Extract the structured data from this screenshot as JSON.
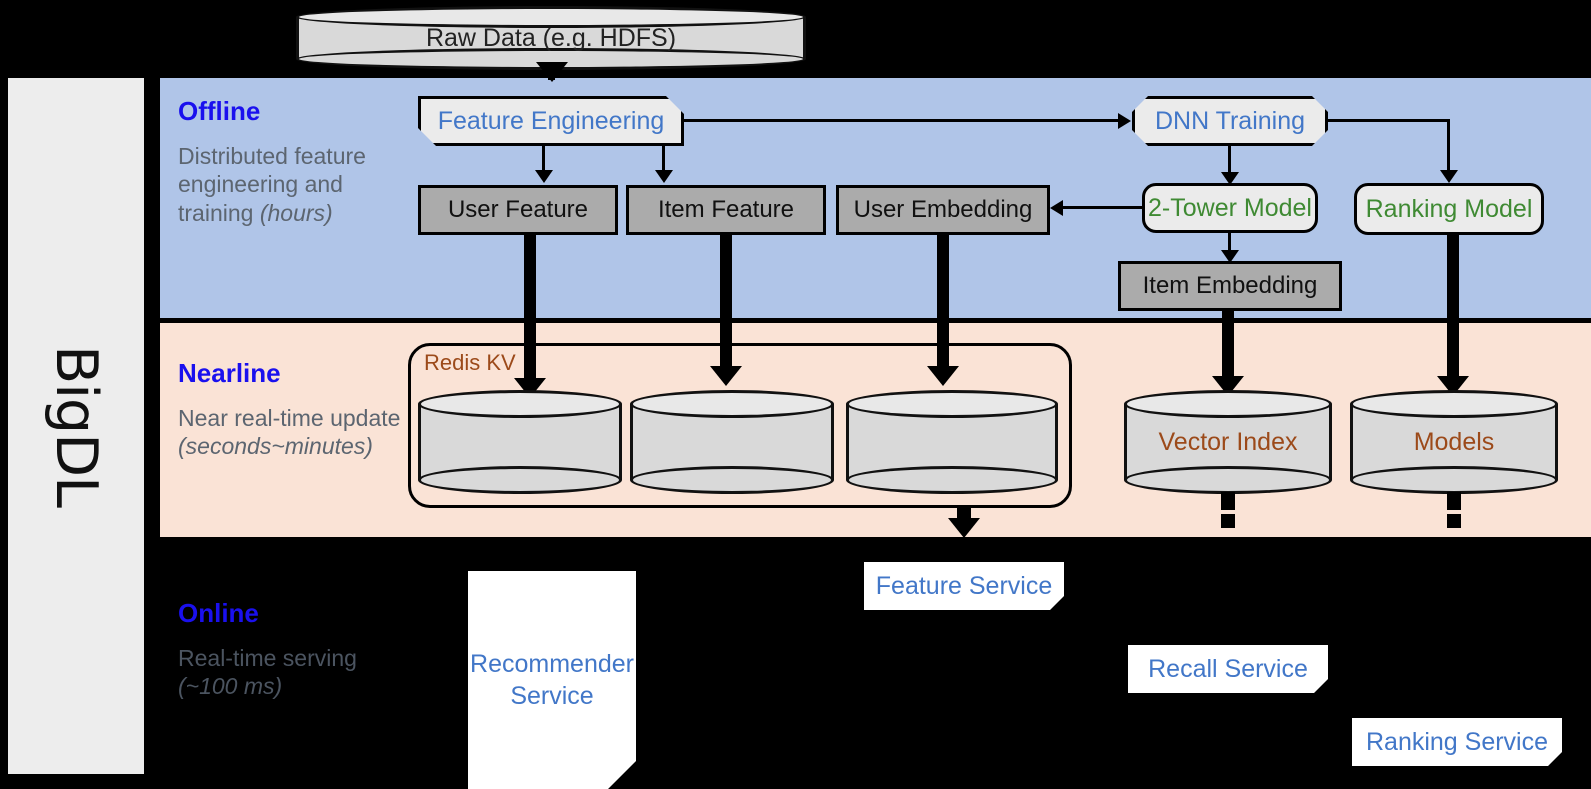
{
  "framework": {
    "name": "BigDL"
  },
  "source": {
    "label": "Raw Data (e.g. HDFS)",
    "icon": "database-cylinder-icon"
  },
  "bands": [
    {
      "id": "offline",
      "title": "Offline",
      "subtitle_plain": "Distributed feature engineering and training ",
      "subtitle_italic": "(hours)",
      "background": "#b0c5e8"
    },
    {
      "id": "nearline",
      "title": "Nearline",
      "subtitle_plain": "Near real-time update ",
      "subtitle_italic": "(seconds~minutes)",
      "background": "#fae3d6"
    },
    {
      "id": "online",
      "title": "Online",
      "subtitle_plain": "Real-time serving ",
      "subtitle_italic": "(~100 ms)",
      "background": "#000000"
    }
  ],
  "offline": {
    "feature_engineering": {
      "label": "Feature Engineering",
      "color": "#4277c8"
    },
    "dnn_training": {
      "label": "DNN Training",
      "color": "#4277c8"
    },
    "two_tower_model": {
      "label": "2-Tower Model",
      "color": "#3f8a33"
    },
    "ranking_model": {
      "label": "Ranking Model",
      "color": "#3f8a33"
    },
    "user_feature": {
      "label": "User Feature"
    },
    "item_feature": {
      "label": "Item Feature"
    },
    "user_embedding": {
      "label": "User Embedding"
    },
    "item_embedding": {
      "label": "Item Embedding"
    }
  },
  "nearline": {
    "redis_group": {
      "label": "Redis KV",
      "color": "#9c4a1a"
    },
    "stores": [
      {
        "label": ""
      },
      {
        "label": ""
      },
      {
        "label": ""
      }
    ],
    "vector_index": {
      "label": "Vector Index",
      "color": "#9c4a1a"
    },
    "models": {
      "label": "Models",
      "color": "#9c4a1a"
    }
  },
  "online": {
    "recommender_service": {
      "label": "Recommender Service",
      "line1": "Recommender",
      "line2": "Service"
    },
    "feature_service": {
      "label": "Feature Service"
    },
    "recall_service": {
      "label": "Recall Service"
    },
    "ranking_service": {
      "label": "Ranking Service"
    }
  },
  "colors": {
    "offline_band": "#b0c5e8",
    "nearline_band": "#fae3d6",
    "online_band": "#000000",
    "band_title": "#1a10ee",
    "band_subtitle": "#5c6570",
    "gray_artifact": "#ababab",
    "process_blue_text": "#4277c8",
    "model_green_text": "#3f8a33",
    "storage_brown_text": "#9c4a1a",
    "sidebar": "#ededed"
  }
}
